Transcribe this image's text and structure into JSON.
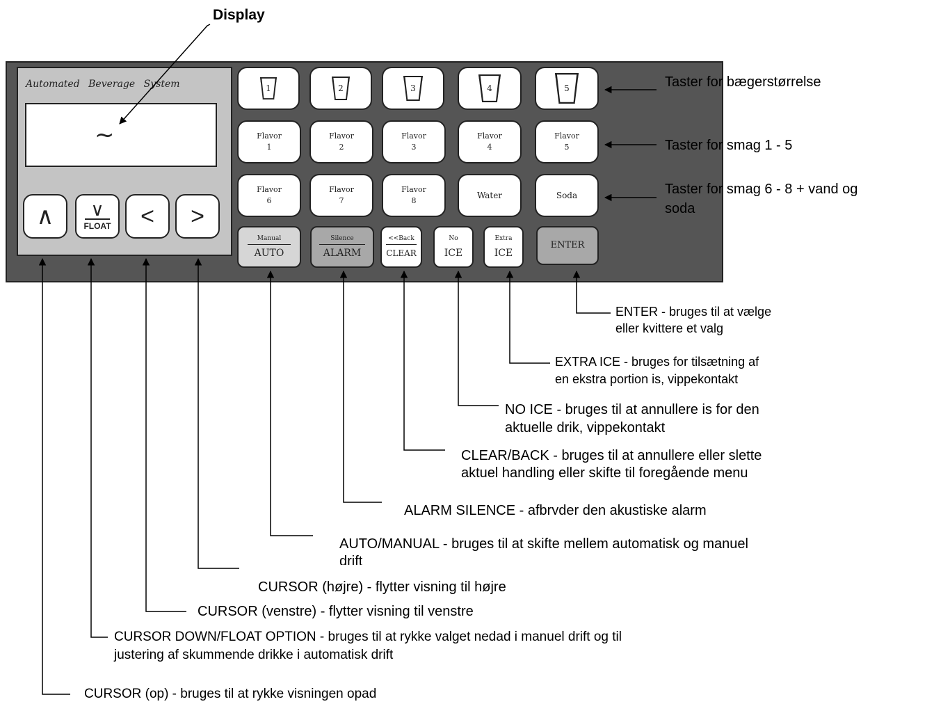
{
  "display_label": "Display",
  "panel": {
    "brand": "Automated Beverage System",
    "display_glyph": "~",
    "nav_keys": [
      {
        "name": "up",
        "symbol": "∧"
      },
      {
        "name": "down",
        "symbol": "∨",
        "sub": "FLOAT"
      },
      {
        "name": "left",
        "symbol": "<"
      },
      {
        "name": "right",
        "symbol": ">"
      }
    ],
    "cup_sizes": [
      "1",
      "2",
      "3",
      "4",
      "5"
    ],
    "flavor_row1": [
      {
        "top": "Flavor",
        "num": "1"
      },
      {
        "top": "Flavor",
        "num": "2"
      },
      {
        "top": "Flavor",
        "num": "3"
      },
      {
        "top": "Flavor",
        "num": "4"
      },
      {
        "top": "Flavor",
        "num": "5"
      }
    ],
    "flavor_row2": [
      {
        "top": "Flavor",
        "num": "6"
      },
      {
        "top": "Flavor",
        "num": "7"
      },
      {
        "top": "Flavor",
        "num": "8"
      },
      {
        "top": "Water",
        "num": ""
      },
      {
        "top": "Soda",
        "num": ""
      }
    ],
    "function_keys": [
      {
        "small": "Manual",
        "big": "AUTO"
      },
      {
        "small": "Silence",
        "big": "ALARM"
      },
      {
        "small": "<<Back",
        "big": "CLEAR"
      },
      {
        "small": "No",
        "big": "ICE"
      },
      {
        "small": "Extra",
        "big": "ICE"
      },
      {
        "small": "",
        "big": "ENTER"
      }
    ]
  },
  "right_labels": {
    "cup_size": "Taster for bægerstørrelse",
    "flavor_1_5": "Taster for smag 1 - 5",
    "flavor_6_8_line1": "Taster for smag 6 - 8 + vand og",
    "flavor_6_8_line2": "soda"
  },
  "callouts": {
    "enter_1": "ENTER - bruges til at vælge",
    "enter_2": "eller kvittere et valg",
    "extra_ice_1": "EXTRA ICE - bruges for tilsætning af",
    "extra_ice_2": "en ekstra portion is, vippekontakt",
    "no_ice_1": "NO ICE - bruges til at annullere is for den",
    "no_ice_2": "aktuelle drik, vippekontakt",
    "clear_1": "CLEAR/BACK - bruges til at annullere eller slette",
    "clear_2": "aktuel handling eller skifte til foregående menu",
    "alarm": "ALARM SILENCE - afbryder den akustiske alarm",
    "auto_1": "AUTO/MANUAL - bruges til at skifte mellem automatisk og manuel",
    "auto_2": "drift",
    "cursor_right": "CURSOR (højre) - flytter visning til højre",
    "cursor_left": "CURSOR (venstre) - flytter visning til venstre",
    "cursor_down_1": "CURSOR DOWN/FLOAT OPTION - bruges til at rykke valget nedad i manuel drift og til",
    "cursor_down_2": "justering af skummende drikke i automatisk drift",
    "cursor_up": "CURSOR (op) - bruges til at rykke visningen opad"
  }
}
